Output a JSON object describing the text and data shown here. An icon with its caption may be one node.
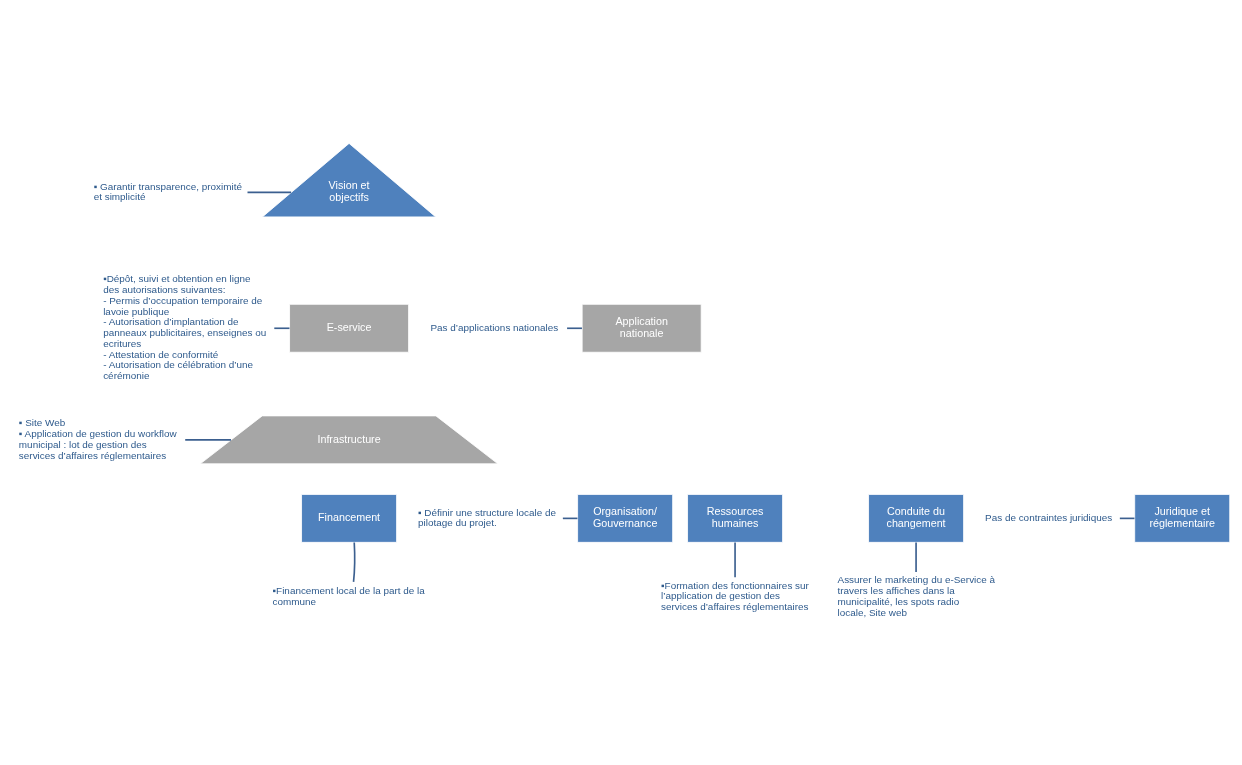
{
  "diagram": {
    "nodes": [
      {
        "text": [
          "Vision et objectifs"
        ]
      },
      {
        "text": [
          "E-service"
        ]
      },
      {
        "text": [
          "Application nationale"
        ]
      },
      {
        "text": [
          "Infrastructure"
        ]
      },
      {
        "text": [
          "Organisation/ Gouvernance"
        ]
      },
      {
        "text": [
          "Ressources humaines"
        ]
      },
      {
        "text": [
          "Financement"
        ]
      },
      {
        "text": [
          "Conduite du changement"
        ]
      },
      {
        "text": [
          "Juridique et réglementaire"
        ]
      },
      {
        "text": [
          "▪ Garantir transparence, proximité et simplicité"
        ]
      },
      {
        "text": [
          "Pas d’applications nationales"
        ]
      },
      {
        "text": [
          "▪Dépôt, suivi et obtention en ligne des autorisations suivantes:",
          "- Permis d’occupation temporaire de lavoie publique",
          "- Autorisation d’implantation de panneaux publicitaires, enseignes ou ecritures",
          "- Attestation de conformité",
          "- Autorisation de célébration d’une cérémonie"
        ]
      },
      {
        "text": [
          "▪ Site Web",
          "▪ Application de gestion du workflow municipal : lot de gestion des services d’affaires réglementaires"
        ]
      },
      {
        "text": [
          "▪ Définir une structure locale de pilotage du projet."
        ]
      },
      {
        "text": [
          "Pas de contraintes juridiques"
        ]
      },
      {
        "text": [
          "▪Formation des fonctionnaires sur l’application de gestion des services d’affaires réglementaires"
        ]
      },
      {
        "text": [
          "▪Financement local de la part de la commune"
        ]
      },
      {
        "text": [
          "Assurer le marketing du e-Service à travers les affiches dans la municipalité, les spots radio locale, Site web"
        ]
      }
    ],
    "edges": [
      {
        "from": 9,
        "to": 0,
        "arrow": "none"
      },
      {
        "from": 10,
        "to": 2,
        "arrow": "none"
      },
      {
        "from": 11,
        "to": 1,
        "arrow": "none"
      },
      {
        "from": 12,
        "to": 3,
        "arrow": "none"
      },
      {
        "from": 13,
        "to": 4,
        "arrow": "none"
      },
      {
        "from": 14,
        "to": 8,
        "arrow": "none"
      },
      {
        "from": 15,
        "to": 5,
        "arrow": "none"
      },
      {
        "from": 16,
        "to": 6,
        "arrow": "none"
      },
      {
        "from": 17,
        "to": 7,
        "arrow": "none"
      }
    ]
  }
}
